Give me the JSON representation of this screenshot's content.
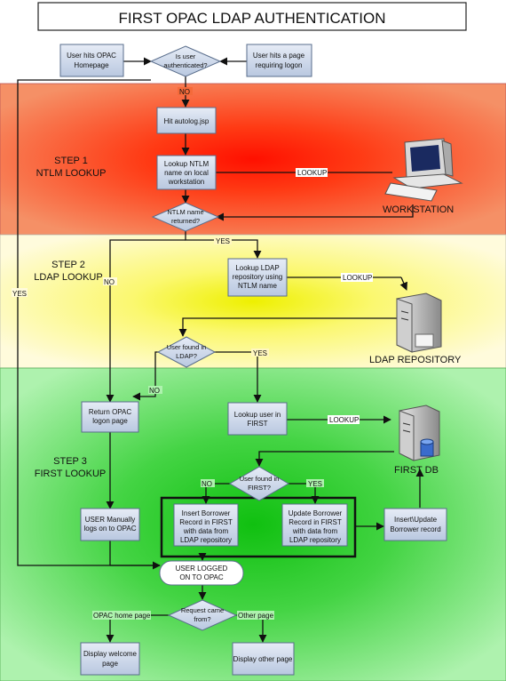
{
  "title": "FIRST OPAC LDAP AUTHENTICATION",
  "colors": {
    "step1_center": "#ff1a00",
    "step1_edge": "#f58a5a",
    "step2_center": "#f3f500",
    "step2_edge": "#fffbd8",
    "step3_center": "#10c010",
    "step3_edge": "#a6f0a6",
    "box_fill": "#cfd9ea",
    "box_stroke": "#5a6e8c",
    "line": "#111111"
  },
  "steps": {
    "step1": {
      "line1": "STEP 1",
      "line2": "NTLM LOOKUP"
    },
    "step2": {
      "line1": "STEP 2",
      "line2": "LDAP LOOKUP"
    },
    "step3": {
      "line1": "STEP 3",
      "line2": "FIRST LOOKUP"
    }
  },
  "nodes": {
    "hits_homepage": [
      "User hits OPAC",
      "Homepage"
    ],
    "is_authenticated": [
      "Is user",
      "authenticated?"
    ],
    "hits_logon_page": [
      "User hits a page",
      "requiring logon"
    ],
    "autolog": [
      "Hit autolog.jsp"
    ],
    "lookup_ntlm": [
      "Lookup NTLM",
      "name on local",
      "workstation"
    ],
    "ntlm_returned": [
      "NTLM name",
      "returned?"
    ],
    "lookup_ldap": [
      "Lookup LDAP",
      "repository using",
      "NTLM name"
    ],
    "found_ldap": [
      "User found in",
      "LDAP?"
    ],
    "return_logon": [
      "Return OPAC",
      "logon page"
    ],
    "lookup_first": [
      "Lookup user in",
      "FIRST"
    ],
    "found_first": [
      "User found in",
      "FIRST?"
    ],
    "manual_logon": [
      "USER Manually",
      "logs on to OPAC"
    ],
    "insert_borrower": [
      "Insert Borrower",
      "Record in FIRST",
      "with data from",
      "LDAP repository"
    ],
    "update_borrower": [
      "Update Borrower",
      "Record in FIRST",
      "with data from",
      "LDAP repository"
    ],
    "insert_update": [
      "Insert\\Update",
      "Borrower record"
    ],
    "logged_on": [
      "USER LOGGED",
      "ON TO OPAC"
    ],
    "request_from": [
      "Request came",
      "from?"
    ],
    "display_welcome": [
      "Display welcome",
      "page"
    ],
    "display_other": [
      "Display other page"
    ]
  },
  "edge_labels": {
    "no_auth": "NO",
    "yes_auth": "YES",
    "lookup_ws": "LOOKUP",
    "ntlm_yes": "YES",
    "ntlm_no": "NO",
    "lookup_ldap": "LOOKUP",
    "ldap_yes": "YES",
    "ldap_no": "NO",
    "lookup_db": "LOOKUP",
    "first_no": "NO",
    "first_yes": "YES",
    "opac_home": "OPAC home page",
    "other_page": "Other page"
  },
  "devices": {
    "workstation": "WORKSTATION",
    "ldap_repository": "LDAP REPOSITORY",
    "first_db": "FIRST DB"
  }
}
